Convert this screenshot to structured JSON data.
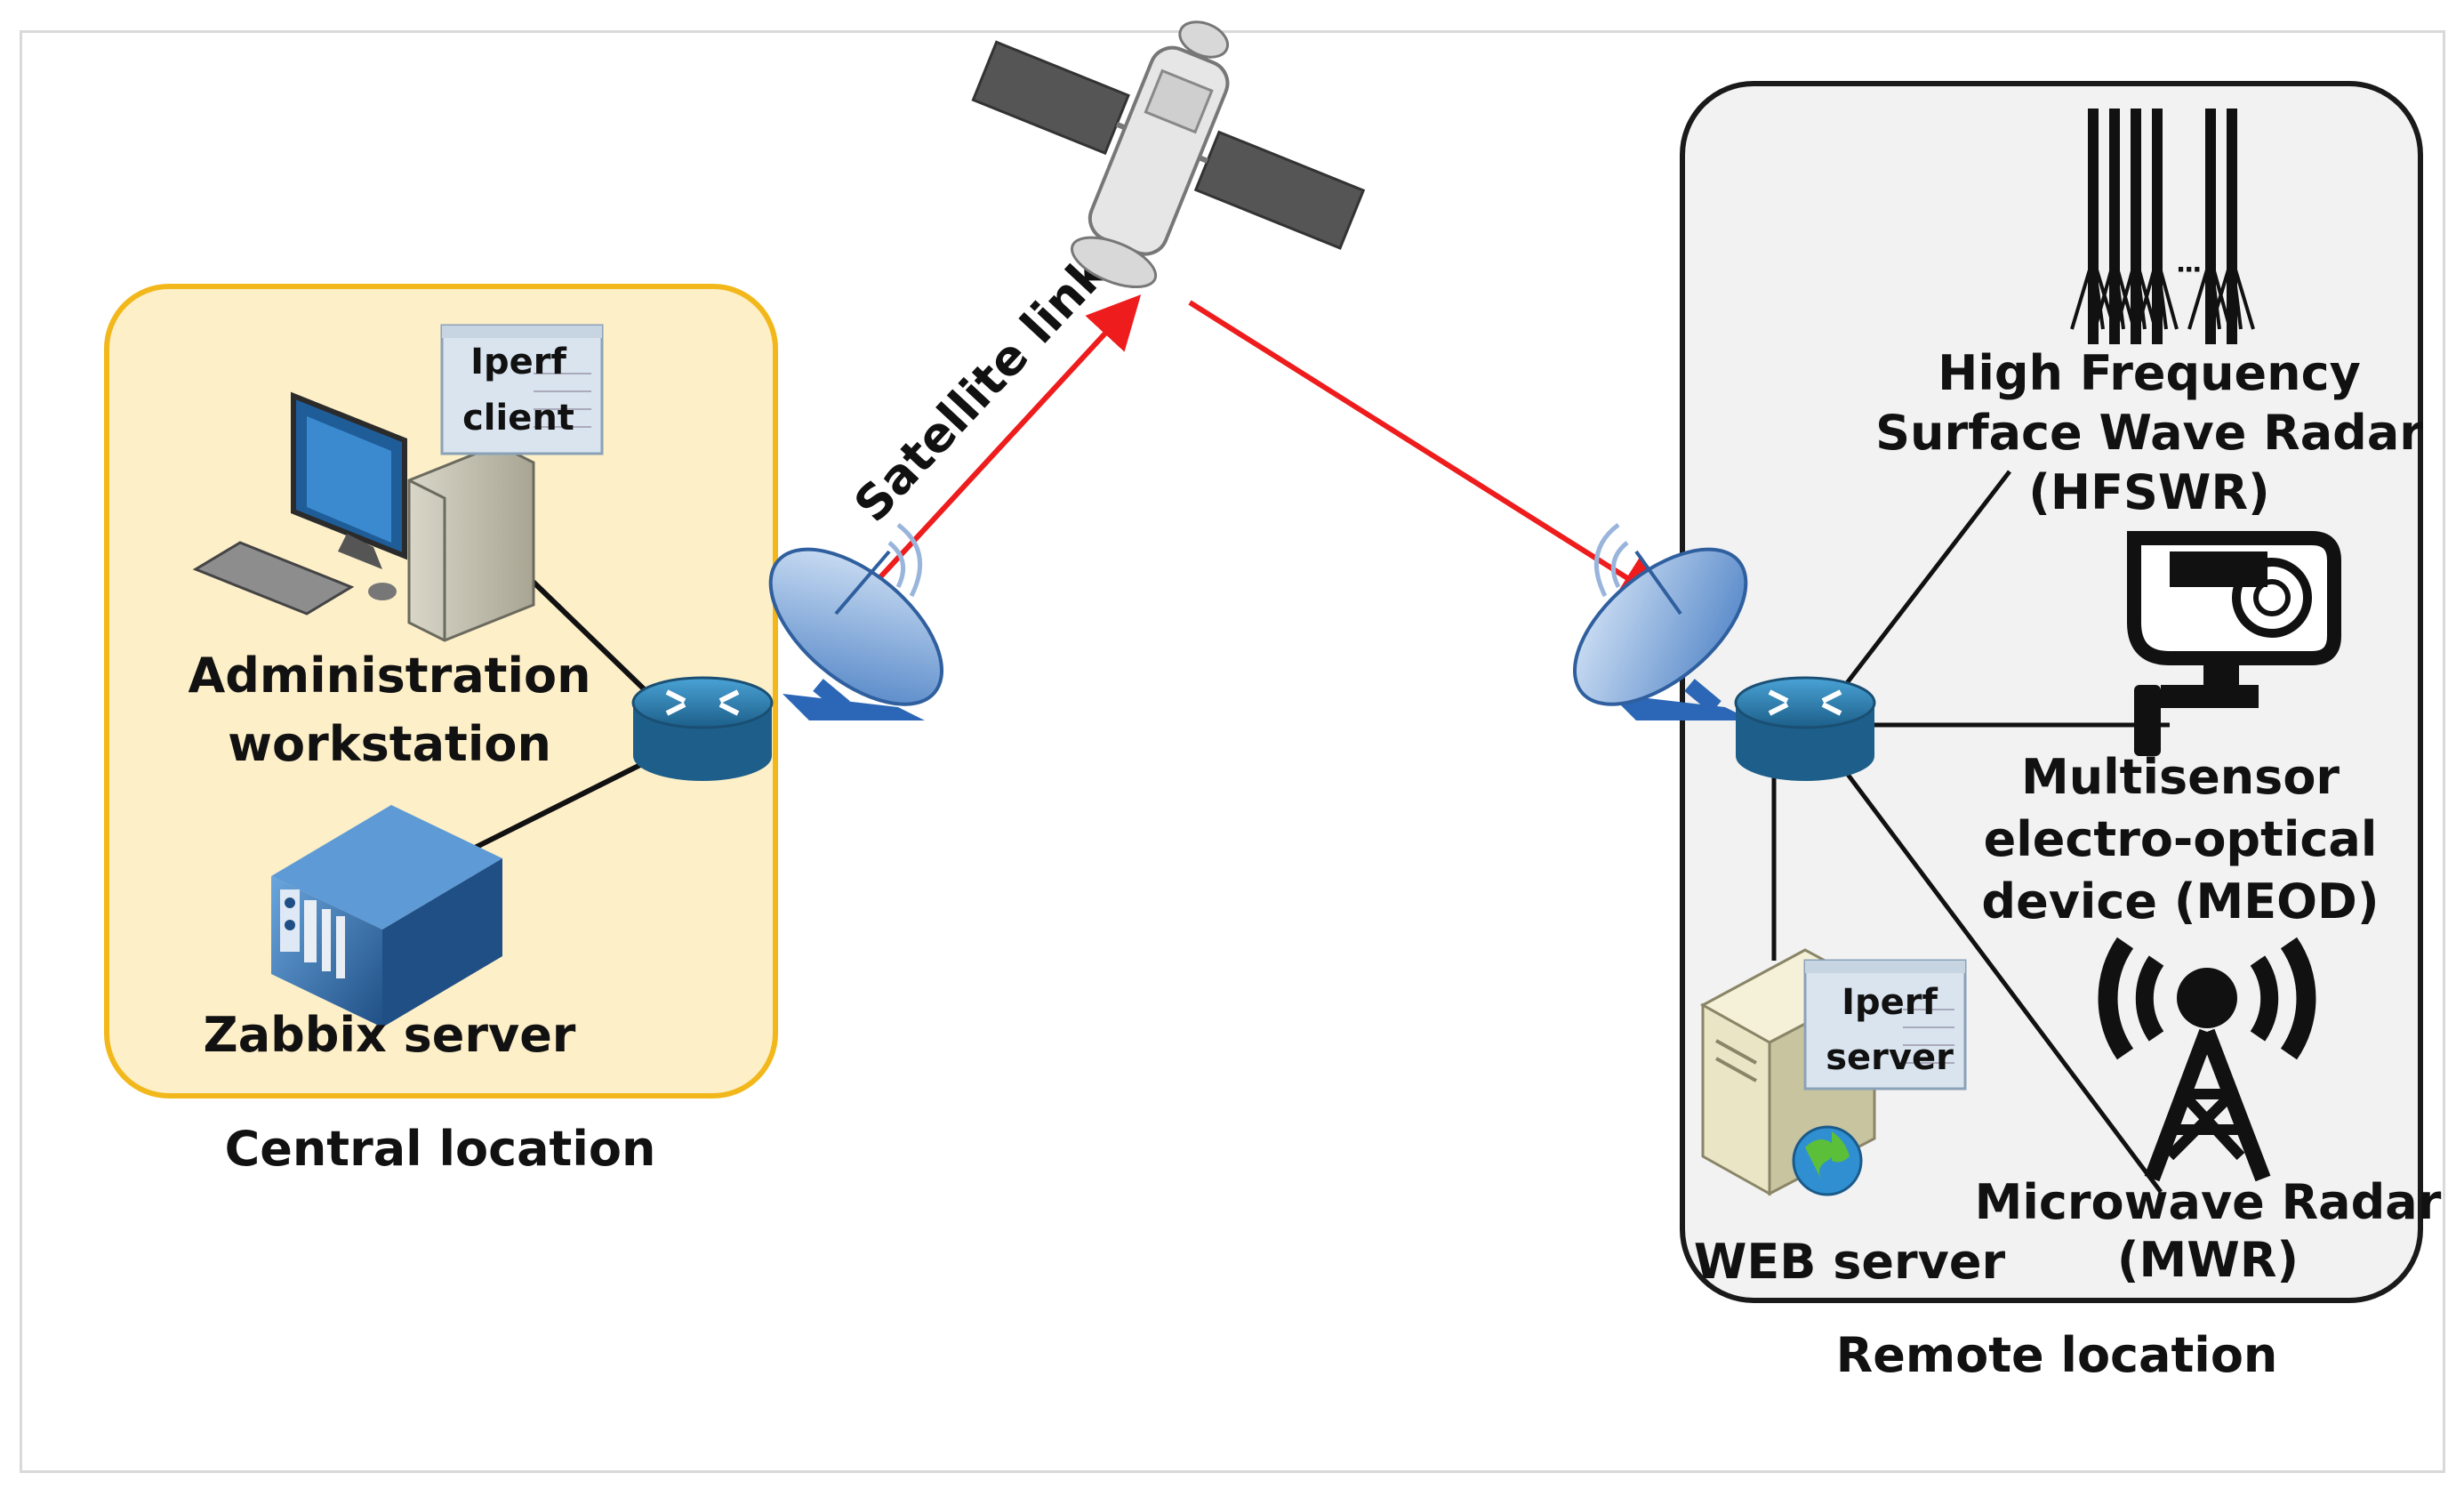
{
  "central": {
    "location_label": "Central location",
    "workstation_label_line1": "Administration",
    "workstation_label_line2": "workstation",
    "iperf_client_line1": "Iperf",
    "iperf_client_line2": "client",
    "zabbix_label": "Zabbix server"
  },
  "link": {
    "satellite_label": "Satellite link"
  },
  "remote": {
    "location_label": "Remote location",
    "hfswr_line1": "High Frequency",
    "hfswr_line2": "Surface Wave Radar",
    "hfswr_line3": "(HFSWR)",
    "meod_line1": "Multisensor",
    "meod_line2": "electro-optical",
    "meod_line3": "device (MEOD)",
    "mwr_line1": "Microwave Radar",
    "mwr_line2": "(MWR)",
    "web_label": "WEB server",
    "iperf_server_line1": "Iperf",
    "iperf_server_line2": "server"
  },
  "colors": {
    "central_fill": "#fdefc8",
    "central_border": "#f2b81b",
    "remote_fill": "#f2f2f2",
    "remote_border": "#1a1a1a",
    "link_arrow": "#ee1c1c",
    "router": "#2b7bb0",
    "dish": "#5b8fd1"
  },
  "icons": [
    "desktop-computer-icon",
    "server-rack-icon",
    "router-icon",
    "satellite-dish-icon",
    "satellite-icon",
    "hf-antenna-icon",
    "security-camera-icon",
    "radio-tower-icon",
    "web-server-icon",
    "globe-icon",
    "app-window-icon"
  ]
}
